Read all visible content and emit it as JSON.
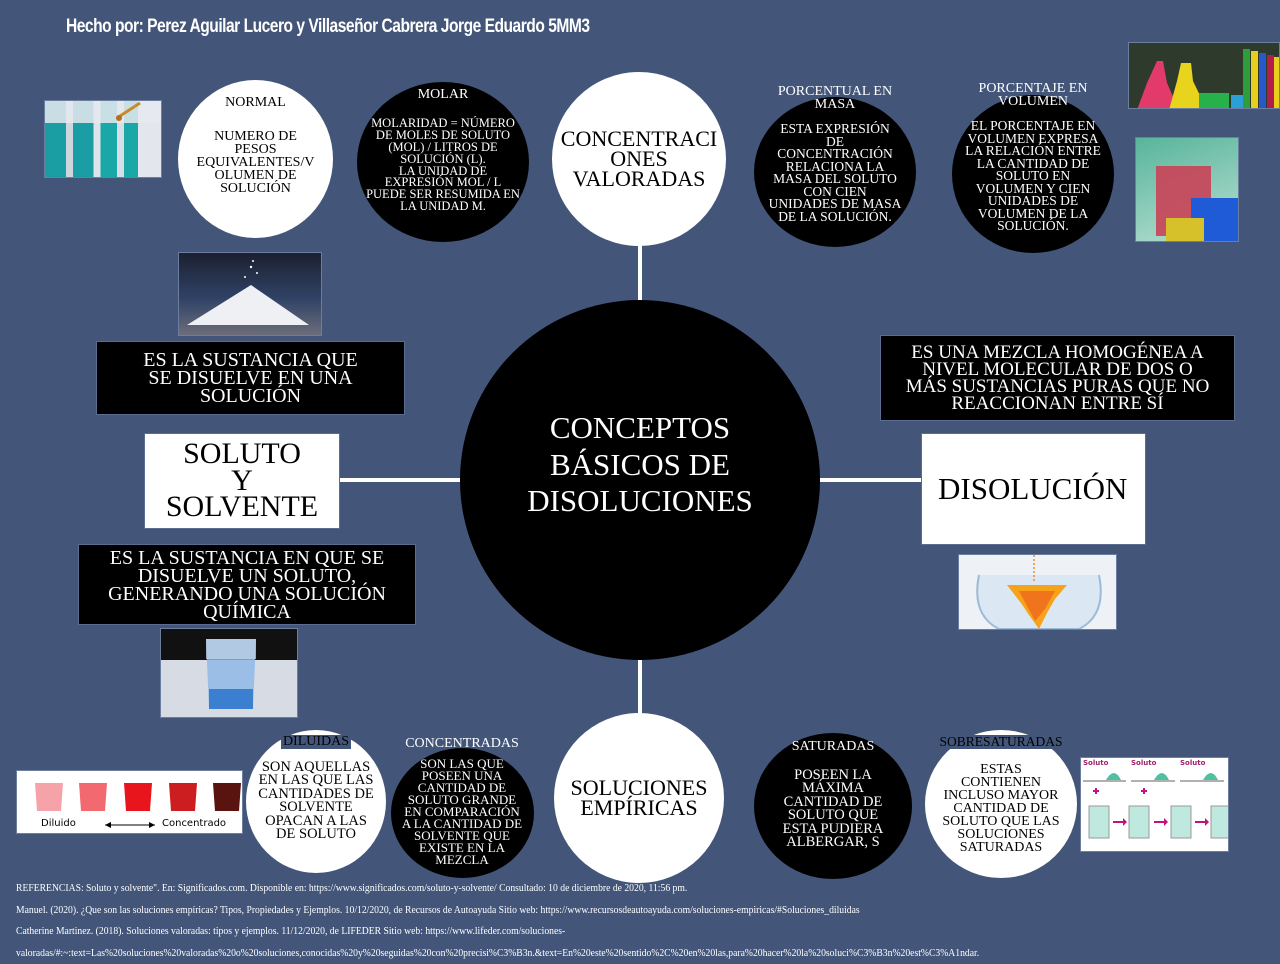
{
  "header": {
    "author_line": "Hecho por: Perez Aguilar Lucero y Villaseñor Cabrera Jorge Eduardo 5MM3"
  },
  "center": {
    "title_lines": [
      "CONCEPTOS",
      "BÁSICOS DE",
      "DISOLUCIONES"
    ]
  },
  "branches": {
    "top": {
      "label_lines": [
        "CONCENTRACI",
        "ONES",
        "VALORADAS"
      ],
      "children": [
        {
          "title": "NORMAL",
          "body_lines": [
            "NUMERO DE",
            "PESOS",
            "EQUIVALENTES/V",
            "OLUMEN DE",
            "SOLUCIÓN"
          ]
        },
        {
          "title": "MOLAR",
          "body_lines": [
            "MOLARIDAD = NÚMERO",
            "DE MOLES DE SOLUTO",
            "(MOL) / LITROS DE",
            "SOLUCIÓN (L).",
            "LA UNIDAD DE",
            "EXPRESIÓN MOL / L",
            "PUEDE SER RESUMIDA EN",
            "LA UNIDAD M."
          ]
        },
        {
          "title_lines": [
            "PORCENTUAL EN",
            "MASA"
          ],
          "body_lines": [
            "ESTA EXPRESIÓN",
            "DE",
            "CONCENTRACIÓN",
            "RELACIONA LA",
            "MASA DEL SOLUTO",
            "CON CIEN",
            "UNIDADES DE MASA",
            "DE LA SOLUCIÓN."
          ]
        },
        {
          "title_lines": [
            "PORCENTAJE EN",
            "VOLUMEN"
          ],
          "body_lines": [
            "EL PORCENTAJE EN",
            "VOLUMEN EXPRESA",
            "LA RELACIÓN ENTRE",
            "LA CANTIDAD DE",
            "SOLUTO EN",
            "VOLUMEN Y CIEN",
            "UNIDADES DE",
            "VOLUMEN DE LA",
            "SOLUCIÓN."
          ]
        }
      ]
    },
    "left": {
      "label_lines": [
        "SOLUTO",
        "Y",
        "SOLVENTE"
      ],
      "soluto_def_lines": [
        "ES LA SUSTANCIA QUE",
        "SE DISUELVE EN UNA",
        "SOLUCIÓN"
      ],
      "solvente_def_lines": [
        "ES LA SUSTANCIA EN QUE SE",
        "DISUELVE UN SOLUTO,",
        "GENERANDO  UNA SOLUCIÓN",
        "QUÍMICA"
      ]
    },
    "right": {
      "label": "DISOLUCIÓN",
      "def_lines": [
        "ES UNA MEZCLA HOMOGÉNEA A",
        "NIVEL MOLECULAR DE DOS O",
        "MÁS SUSTANCIAS PURAS QUE NO",
        "REACCIONAN ENTRE SÍ"
      ]
    },
    "bottom": {
      "label_lines": [
        "SOLUCIONES",
        "EMPÍRICAS"
      ],
      "children": [
        {
          "title": "DILUIDAS",
          "body_lines": [
            "SON AQUELLAS",
            "EN LAS QUE LAS",
            "CANTIDADES DE",
            "SOLVENTE",
            "OPACAN A LAS",
            "DE SOLUTO"
          ]
        },
        {
          "title": "CONCENTRADAS",
          "body_lines": [
            "SON LAS QUE",
            "POSEEN UNA",
            "CANTIDAD DE",
            "SOLUTO GRANDE",
            "EN COMPARACIÓN",
            "A LA CANTIDAD DE",
            "SOLVENTE QUE",
            "EXISTE EN LA",
            "MEZCLA"
          ]
        },
        {
          "title": "SATURADAS",
          "body_lines": [
            "POSEEN LA",
            "MÁXIMA",
            "CANTIDAD DE",
            "SOLUTO QUE",
            "ESTA PUDIERA",
            "ALBERGAR, S"
          ]
        },
        {
          "title": "SOBRESATURADAS",
          "body_lines": [
            "ESTAS",
            "CONTIENEN",
            "INCLUSO MAYOR",
            "CANTIDAD DE",
            "SOLUTO QUE LAS",
            "SOLUCIONES",
            "SATURADAS"
          ]
        }
      ]
    }
  },
  "images": {
    "dilution_scale": {
      "left_label": "Diluido",
      "right_label": "Concentrado"
    },
    "supersaturation": {
      "labels": [
        "Soluto",
        "Soluto",
        "Soluto"
      ]
    }
  },
  "references": [
    "REFERENCIAS:  Soluto y solvente\". En: Significados.com. Disponible en: https://www.significados.com/soluto-y-solvente/ Consultado: 10 de diciembre de 2020, 11:56 pm.",
    "Manuel. (2020). ¿Que son las soluciones empíricas? Tipos, Propiedades y Ejemplos. 10/12/2020, de Recursos de Autoayuda Sitio web: https://www.recursosdeautoayuda.com/soluciones-empiricas/#Soluciones_diluidas",
    "Catherine Martinez. (2018). Soluciones valoradas: tipos y ejemplos. 11/12/2020, de LIFEDER Sitio web: https://www.lifeder.com/soluciones-",
    "valoradas/#:~:text=Las%20soluciones%20valoradas%20o%20soluciones,conocidas%20y%20seguidas%20con%20precisi%C3%B3n.&text=En%20este%20sentido%2C%20en%20las,para%20hacer%20la%20soluci%C3%B3n%20est%C3%A1ndar."
  ],
  "colors": {
    "background": "#43567a",
    "black": "#000000",
    "white": "#ffffff"
  }
}
